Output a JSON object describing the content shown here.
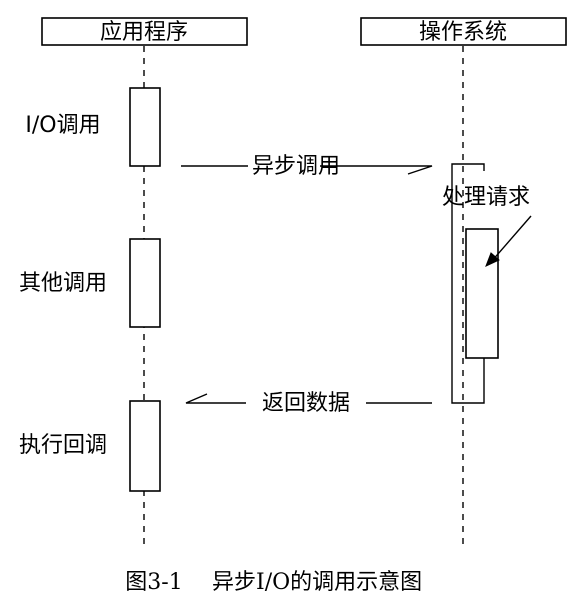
{
  "header": {
    "left_title": "应用程序",
    "right_title": "操作系统"
  },
  "left_labels": {
    "io_call": "I/O调用",
    "other_call": "其他调用",
    "exec_callback": "执行回调"
  },
  "messages": {
    "async_call": "异步调用",
    "return_data": "返回数据",
    "handle_request": "处理请求"
  },
  "caption": {
    "figure_no": "图3-1",
    "title": "异步I/O的调用示意图"
  }
}
